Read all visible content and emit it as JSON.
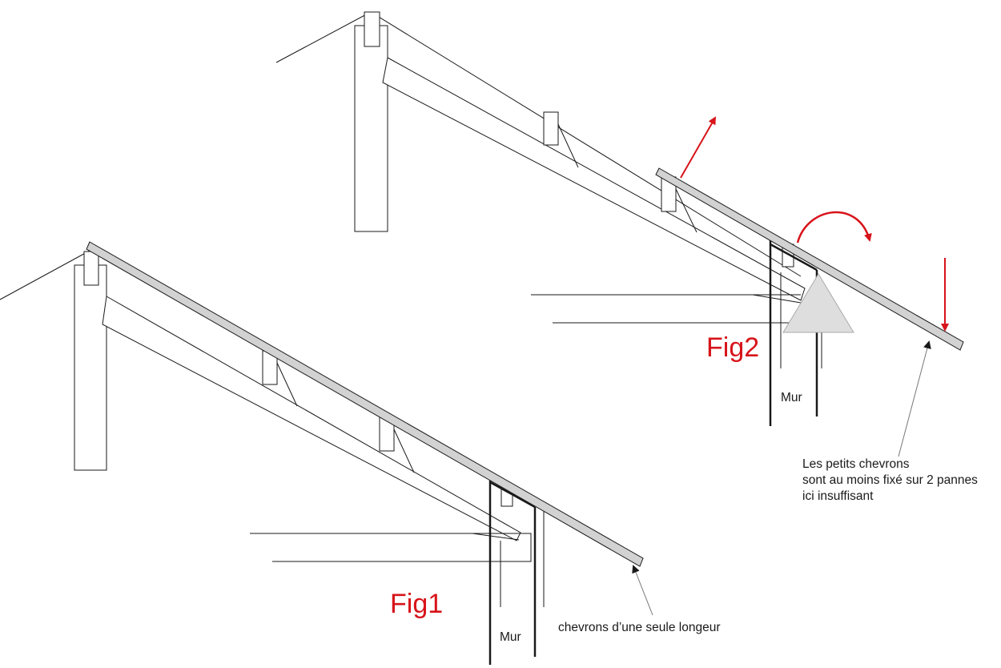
{
  "labels": {
    "fig1": "Fig1",
    "fig2": "Fig2",
    "mur1": "Mur",
    "mur2": "Mur",
    "note_fig1": "chevrons d’une seule longeur",
    "note_fig2_line1": "Les petits chevrons",
    "note_fig2_line2": "sont au moins fixé sur 2 pannes",
    "note_fig2_line3": "ici insuffisant"
  },
  "colors": {
    "line": "#1a1a1a",
    "chevron_fill": "#d2d2d2",
    "triangle_fill": "#dedede",
    "force_arrow": "#d7141a",
    "leader": "#777777"
  }
}
